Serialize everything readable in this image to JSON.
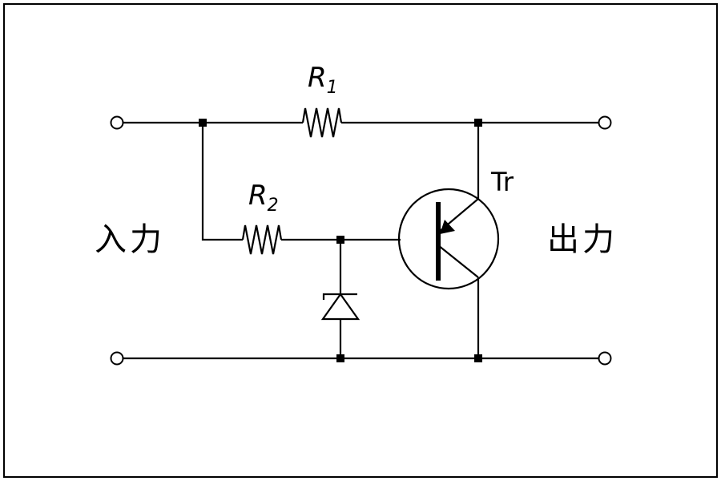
{
  "labels": {
    "r1_letter": "R",
    "r1_sub": "1",
    "r2_letter": "R",
    "r2_sub": "2",
    "transistor": "Tr",
    "input": "入力",
    "output": "出力"
  }
}
